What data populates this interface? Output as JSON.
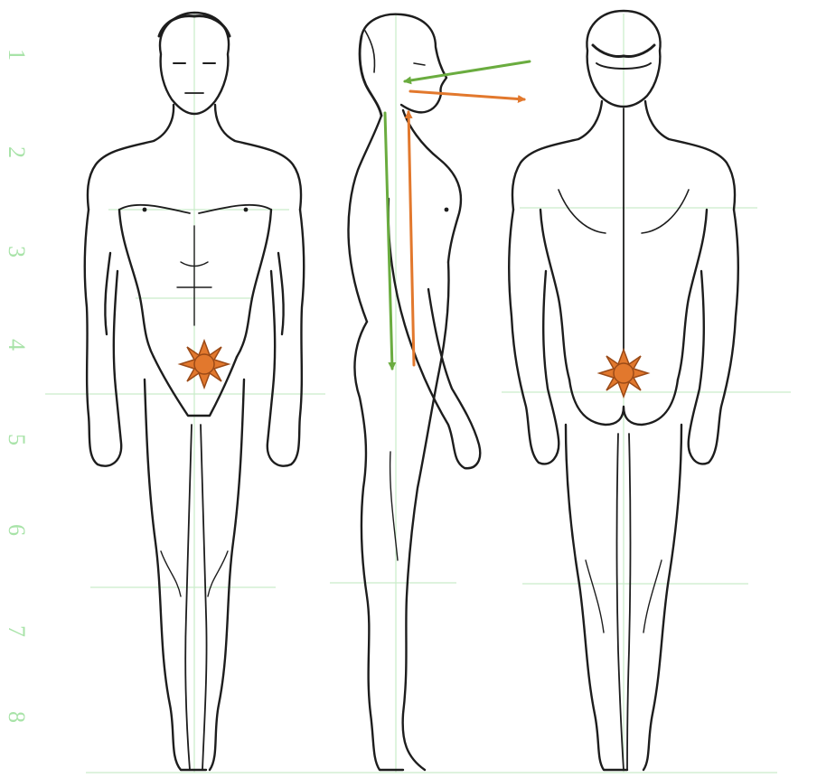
{
  "canvas": {
    "background": "#ffffff"
  },
  "colors": {
    "guide": "#c9ecc9",
    "guide_text": "#a8e3a8",
    "sketch": "#1d1d1d",
    "arrow_green": "#6aac3f",
    "arrow_orange": "#e2782d",
    "marker_fill": "#e2782d",
    "marker_stroke": "#9b4a17"
  },
  "head_units": {
    "labels": [
      "1",
      "2",
      "3",
      "4",
      "5",
      "6",
      "7",
      "8"
    ]
  },
  "figures": [
    {
      "view": "front"
    },
    {
      "view": "side"
    },
    {
      "view": "back"
    }
  ],
  "arrows": [
    {
      "color": "green",
      "direction": "left"
    },
    {
      "color": "orange",
      "direction": "right"
    },
    {
      "color": "green",
      "direction": "down"
    },
    {
      "color": "orange",
      "direction": "up"
    }
  ],
  "markers": [
    {
      "shape": "sun-star",
      "figure": "front"
    },
    {
      "shape": "sun-star",
      "figure": "back"
    }
  ]
}
